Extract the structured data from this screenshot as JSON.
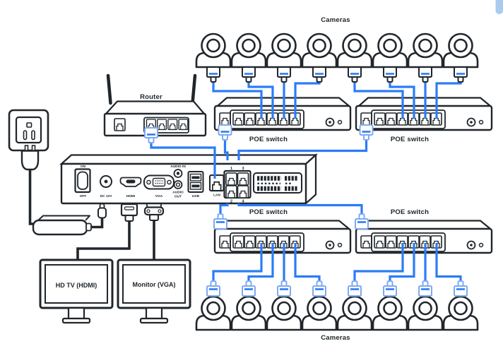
{
  "labels": {
    "cameras_top": "Cameras",
    "cameras_bottom": "Cameras",
    "router": "Router",
    "switches": [
      "POE switch",
      "POE switch",
      "POE switch",
      "POE switch"
    ],
    "tv": "HD TV (HDMI)",
    "monitor": "Monitor (VGA)"
  },
  "nvr": {
    "power_on": "ON",
    "power_off": "OFF",
    "dc_port": "DC 12V",
    "hdmi_port": "HDMI",
    "vga_port": "VGA",
    "audio_in": "AUDIO IN",
    "audio_out_line1": "AUDIO",
    "audio_out_line2": "OUT",
    "usb_port": "USB",
    "lan_port": "LAN",
    "poe_port1": "1",
    "poe_port2": "2",
    "poe_port3": "3",
    "poe_port4": "4"
  },
  "colors": {
    "cable_blue": "#2b7cf7",
    "connector_light_blue": "#7fa9f4",
    "outline": "#20262b",
    "scrollbar": "#a9cbef"
  }
}
